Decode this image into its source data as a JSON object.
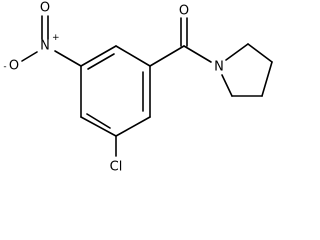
{
  "molecule": {
    "atoms": {
      "carbonyl_oxygen": "O",
      "amide_nitrogen": "N",
      "nitro_nitrogen": "N",
      "nitro_charge_plus": "+",
      "nitro_oxygen_double": "O",
      "nitro_oxygen_single": "O",
      "nitro_charge_minus": "-",
      "chlorine": "Cl"
    }
  }
}
